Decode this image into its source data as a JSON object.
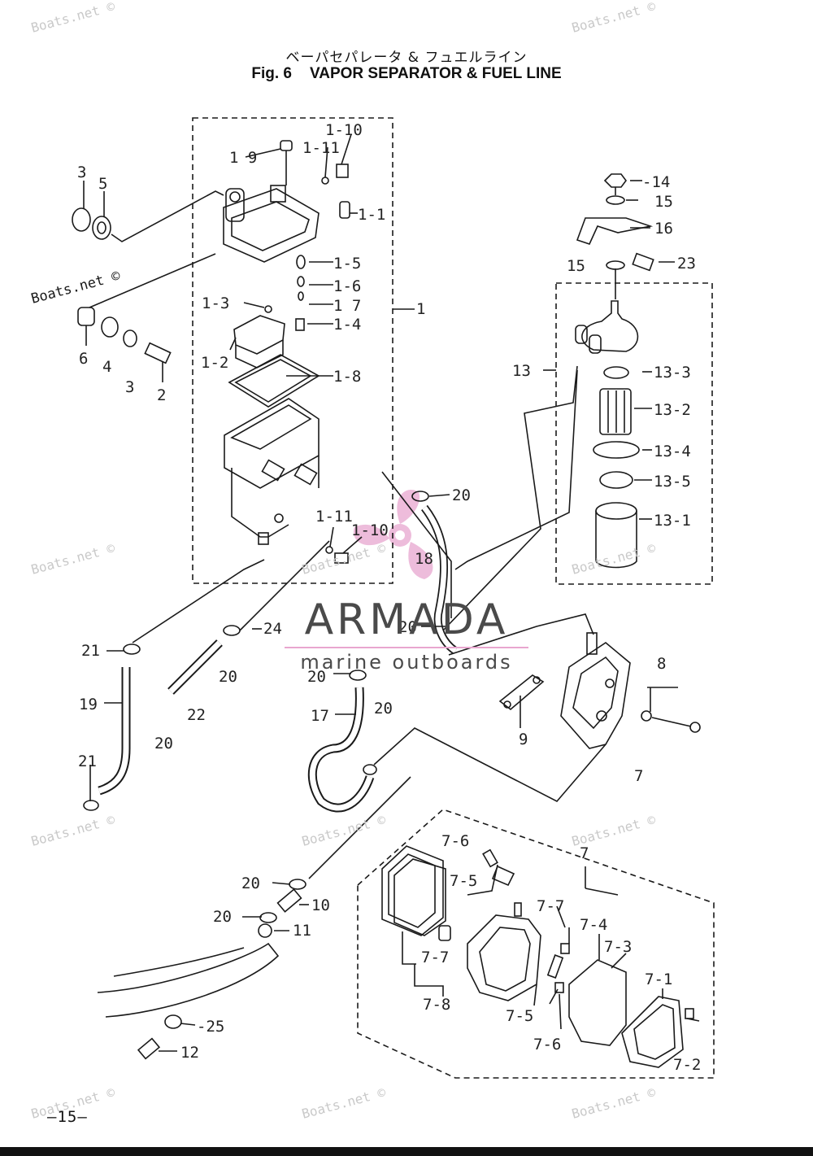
{
  "header": {
    "title_jp": "ベーパセパレータ & フュエルライン",
    "fig_label": "Fig. 6",
    "title_en": "VAPOR SEPARATOR & FUEL LINE"
  },
  "page_number": "—15—",
  "watermark": {
    "text": "Boats.net ©",
    "brand": "ARMADA",
    "brand_sub": "marine outboards",
    "accent_color": "#e8a6cf"
  },
  "part_labels": {
    "l1_10a": "1-10",
    "l1_9": "1 9",
    "l1_11a": "1-11",
    "l1_1": "1-1",
    "l3a": "3",
    "l5": "5",
    "l1_5": "1-5",
    "l1_6": "1-6",
    "l1_3": "1-3",
    "l1_7": "1 7",
    "l1": "1",
    "l1_4": "1-4",
    "l6": "6",
    "l4": "4",
    "l3b": "3",
    "l2": "2",
    "l1_2": "1-2",
    "l1_8": "1-8",
    "l14": "-14",
    "l15a": "15",
    "l16": "16",
    "l15b": "15",
    "l23": "23",
    "l13": "13",
    "l13_3": "13-3",
    "l13_2": "13-2",
    "l13_4": "13-4",
    "l13_5": "13-5",
    "l13_1": "13-1",
    "l20a": "20",
    "l1_11b": "1-11",
    "l1_10b": "1-10",
    "l18": "18",
    "l21a": "21",
    "l24": "24",
    "l20b": "20",
    "l20c": "20",
    "l19": "19",
    "l22": "22",
    "l20d": "20",
    "l17": "17",
    "l20e": "20",
    "l21b": "21",
    "l8": "8",
    "l9": "9",
    "l7a": "7",
    "l7b": "7",
    "l7_6a": "7-6",
    "l7_5a": "7-5",
    "l7_7a": "7-7",
    "l7_7b": "7-7",
    "l7_4": "7-4",
    "l7_3": "7-3",
    "l7_1": "7-1",
    "l7_2": "7-2",
    "l7_8": "7-8",
    "l7_5b": "7-5",
    "l7_6b": "7-6",
    "l20f": "20",
    "l10": "10",
    "l20g": "20",
    "l11": "11",
    "l25": "-25",
    "l12": "12"
  }
}
